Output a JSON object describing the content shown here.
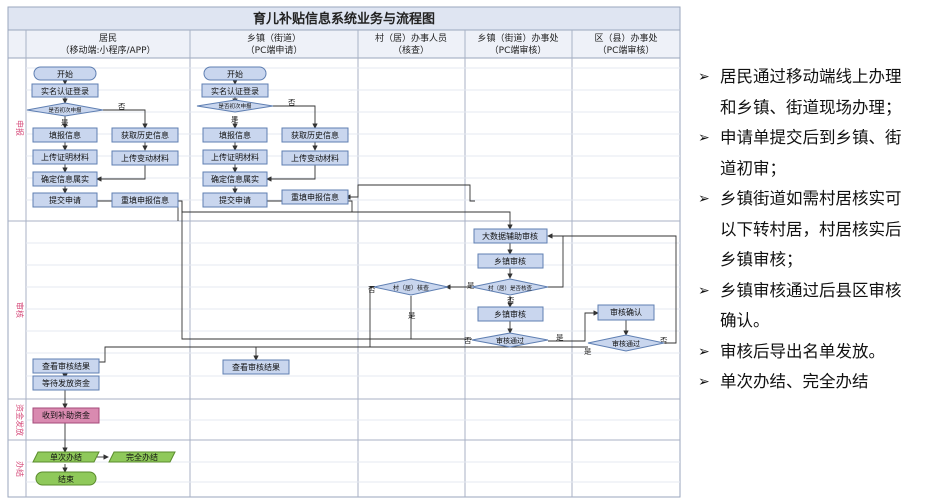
{
  "diagram": {
    "title": "育儿补贴信息系统业务与流程图",
    "columns": [
      {
        "name": "居民",
        "sub": "（移动端:小程序/APP）"
      },
      {
        "name": "乡镇（街道）",
        "sub": "（PC端申请）"
      },
      {
        "name": "村（居）办事人员",
        "sub": "（核查）"
      },
      {
        "name": "乡镇（街道）办事处",
        "sub": "（PC端审核）"
      },
      {
        "name": "区（县）办事处",
        "sub": "（PC端审核）"
      }
    ],
    "lanes": [
      "申报",
      "审核",
      "资金发放",
      "办结"
    ],
    "nodes": {
      "start1": "开始",
      "login": "实名认证登录",
      "first1": "是否初次申报",
      "fill1": "填报信息",
      "history1": "获取历史信息",
      "upload1": "上传证明材料",
      "change1": "上传变动材料",
      "confirm1": "确定信息属实",
      "submit1": "提交申请",
      "refill1": "重填申报信息",
      "start2": "开始",
      "first2": "是否初次申报",
      "fill2": "填报信息",
      "history2": "获取历史信息",
      "upload2": "上传证明材料",
      "change2": "上传变动材料",
      "confirm2": "确定信息属实",
      "submit2": "提交申请",
      "refill2": "重填申报信息",
      "village_check": "村（居）核查",
      "bigdata": "大数据辅助审核",
      "town_review": "乡镇审核",
      "need_village": "村（居）是否核查",
      "town_review2": "乡镇审核",
      "town_pass": "审核通过",
      "county_confirm": "审核确认",
      "county_pass": "审核通过",
      "view1": "查看审核结果",
      "wait": "等待发放资金",
      "view2": "查看审核结果",
      "receive": "收到补助资金",
      "single": "单次办结",
      "complete": "完全办结",
      "end": "结束"
    },
    "edge_labels": {
      "yes": "是",
      "no": "否"
    }
  },
  "bullets": [
    {
      "lines": [
        "居民通过移动端线上办理",
        "和乡镇、街道现场办理；"
      ]
    },
    {
      "lines": [
        "申请单提交后到乡镇、街",
        "道初审；"
      ]
    },
    {
      "lines": [
        "乡镇街道如需村居核实可",
        "以下转村居，村居核实后",
        "乡镇审核；"
      ]
    },
    {
      "lines": [
        "乡镇审核通过后县区审核",
        "确认。"
      ]
    },
    {
      "lines": [
        "审核后导出名单发放。"
      ]
    },
    {
      "lines": [
        "单次办结、完全办结"
      ]
    }
  ],
  "colors": {
    "header_bg": "#dfe5f2",
    "node_fill": "#c9d6ee",
    "node_stroke": "#5f7fb2",
    "receive_fill": "#d98ab0",
    "green_fill": "#8fc95a",
    "lane_label": "#d64a7a"
  }
}
